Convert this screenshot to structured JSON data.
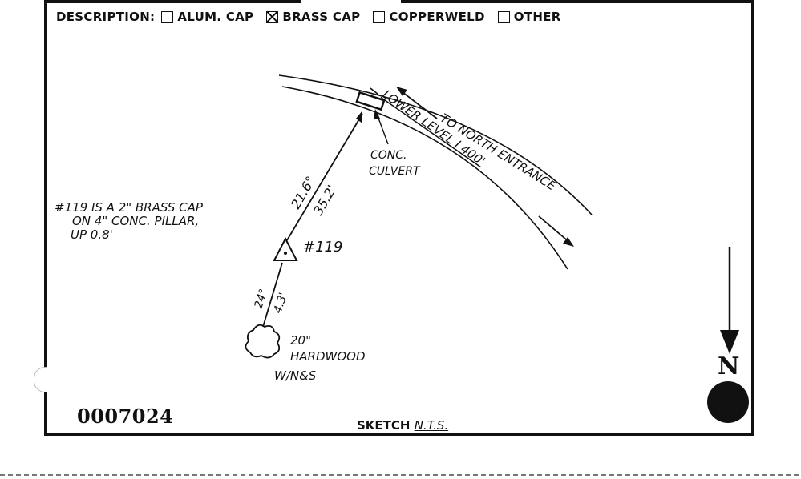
{
  "form": {
    "description_label": "DESCRIPTION:",
    "options": [
      {
        "label": "ALUM. CAP",
        "checked": false
      },
      {
        "label": "BRASS CAP",
        "checked": true
      },
      {
        "label": "COPPERWELD",
        "checked": false
      },
      {
        "label": "OTHER",
        "checked": false
      }
    ],
    "document_number": "0007024",
    "sketch_note_prefix": "SKETCH",
    "sketch_note_scale": "N.T.S."
  },
  "sketch": {
    "road_direction_note": "TO NORTH ENTRANCE",
    "road_name": "LOWER LEVEL I 400'",
    "culvert_label_line1": "CONC.",
    "culvert_label_line2": "CULVERT",
    "bearing_to_culvert": "21.6°",
    "distance_to_culvert": "35.2'",
    "monument_label": "#119",
    "monument_note_line1": "#119 IS A 2\" BRASS CAP",
    "monument_note_line2": "ON 4\" CONC. PILLAR,",
    "monument_note_line3": "UP 0.8'",
    "bearing_to_tree": "24°",
    "distance_to_tree": "4.3'",
    "tree_label_line1": "20\"",
    "tree_label_line2": "HARDWOOD",
    "tree_label_line3": "W/N&S",
    "north_label": "N"
  }
}
